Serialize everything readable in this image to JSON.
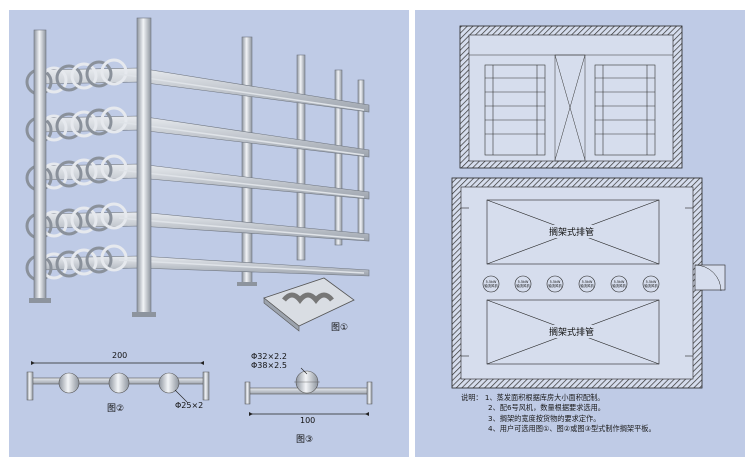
{
  "left": {
    "fig1_label": "图①",
    "fig2_label": "图②",
    "fig3_label": "图③",
    "fig2_width": "200",
    "fig2_pipe": "Φ25×2",
    "fig3_pipe_a": "Φ32×2.2",
    "fig3_pipe_b": "Φ38×2.5",
    "fig3_width": "100"
  },
  "right": {
    "pipe_rack_label_1": "搁架式排管",
    "pipe_rack_label_2": "搁架式排管",
    "fan_units": [
      "5.5kW 轴流风机",
      "5.5kW 轴流风机",
      "5.5kW 轴流风机",
      "5.5kW 轴流风机",
      "5.5kW 轴流风机",
      "5.5kW 轴流风机"
    ],
    "notes": {
      "heading": "说明：",
      "items": [
        "1、蒸发面积根据库房大小面积配制。",
        "2、配6号风机，数量根据要求选用。",
        "3、搁架的宽度按货物的要求定作。",
        "4、用户可选用图①、图②或图③型式制作搁架平板。"
      ]
    }
  },
  "colors": {
    "panel_bg": "#bfcbe6",
    "steel": "#c9ced6",
    "wall_hatch": "#333333"
  }
}
